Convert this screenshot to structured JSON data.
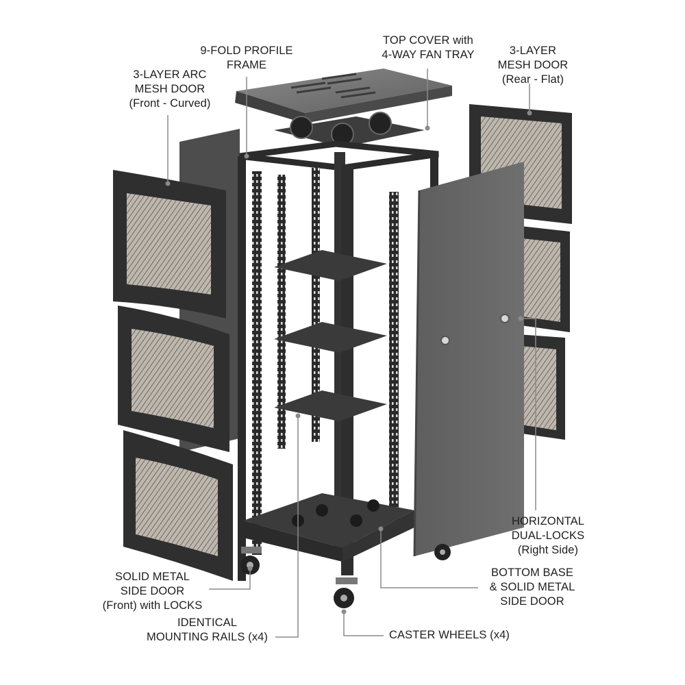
{
  "diagram": {
    "subject": "Server rack cabinet exploded view",
    "colors": {
      "background": "#ffffff",
      "text": "#1e1e1e",
      "leader_line": "#8a8a8a",
      "frame_dark": "#2b2b2b",
      "panel_gray": "#6f6f6f",
      "mesh": "#b9b3ab"
    },
    "callouts": [
      {
        "id": "top-cover",
        "lines": [
          "TOP COVER with",
          "4-WAY FAN TRAY"
        ]
      },
      {
        "id": "frame",
        "lines": [
          "9-FOLD PROFILE",
          "FRAME"
        ]
      },
      {
        "id": "front-mesh-door",
        "lines": [
          "3-LAYER ARC",
          "MESH DOOR",
          "(Front - Curved)"
        ]
      },
      {
        "id": "rear-mesh-door",
        "lines": [
          "3-LAYER",
          "MESH DOOR",
          "(Rear - Flat)"
        ]
      },
      {
        "id": "dual-locks",
        "lines": [
          "HORIZONTAL",
          "DUAL-LOCKS",
          "(Right Side)"
        ]
      },
      {
        "id": "bottom-base",
        "lines": [
          "BOTTOM BASE",
          "& SOLID METAL",
          "SIDE DOOR"
        ]
      },
      {
        "id": "side-door-front",
        "lines": [
          "SOLID METAL",
          "SIDE DOOR",
          "(Front) with LOCKS"
        ]
      },
      {
        "id": "mounting-rails",
        "lines": [
          "IDENTICAL",
          "MOUNTING RAILS (x4)"
        ]
      },
      {
        "id": "caster-wheels",
        "lines": [
          "CASTER WHEELS (x4)"
        ]
      }
    ]
  }
}
